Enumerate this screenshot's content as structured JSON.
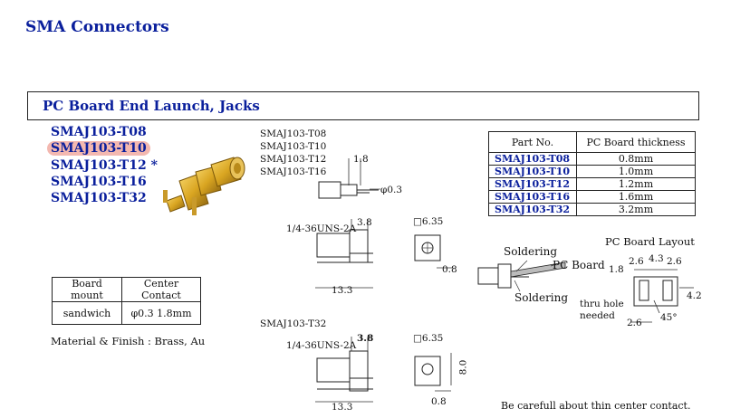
{
  "title": "SMA Connectors",
  "section_title": "PC Board End Launch, Jacks",
  "models": [
    {
      "label": "SMAJ103-T08"
    },
    {
      "label": "SMAJ103-T10"
    },
    {
      "label": "SMAJ103-T12 *"
    },
    {
      "label": "SMAJ103-T16"
    },
    {
      "label": "SMAJ103-T32"
    }
  ],
  "drawing_variants": [
    "SMAJ103-T08",
    "SMAJ103-T10",
    "SMAJ103-T12",
    "SMAJ103-T16"
  ],
  "drawing_variant_t32": "SMAJ103-T32",
  "part_table": {
    "headers": [
      "Part No.",
      "PC Board thickness"
    ],
    "rows": [
      [
        "SMAJ103-T08",
        "0.8mm"
      ],
      [
        "SMAJ103-T10",
        "1.0mm"
      ],
      [
        "SMAJ103-T12",
        "1.2mm"
      ],
      [
        "SMAJ103-T16",
        "1.6mm"
      ],
      [
        "SMAJ103-T32",
        "3.2mm"
      ]
    ]
  },
  "board_table": {
    "headers": [
      "Board mount",
      "Center Contact"
    ],
    "row": [
      "sandwich",
      "φ0.3  1.8mm"
    ]
  },
  "finish": "Material & Finish : Brass, Au",
  "note": "Be carefull about thin center contact.",
  "dims": {
    "d1_8": "1.8",
    "phi0_3": "φ0.3",
    "thread": "1/4-36UNS-2A",
    "d3_8": "3.8",
    "sq6_35": "□6.35",
    "d0_8": "0.8",
    "d13_3": "13.3",
    "thread2": "1/4-36UNS-2A",
    "d3_8b": "3.8",
    "sq6_35b": "□6.35",
    "d8_0": "8.0",
    "d0_8b": "0.8",
    "d13_3b": "13.3"
  },
  "solder": {
    "soldering_top": "Soldering",
    "pc_board": "PC Board",
    "soldering_bottom": "Soldering"
  },
  "layout": {
    "title": "PC Board Layout",
    "d2_6a": "2.6",
    "d4_3": "4.3",
    "d2_6b": "2.6",
    "d1_8": "1.8",
    "d4_2": "4.2",
    "thru_hole": "thru hole",
    "needed": "needed",
    "d2_6c": "2.6",
    "deg45": "45°"
  },
  "colors": {
    "title_blue": "#0a1f9c",
    "highlight": "#f3b8b0",
    "gold": "#d9a521"
  }
}
